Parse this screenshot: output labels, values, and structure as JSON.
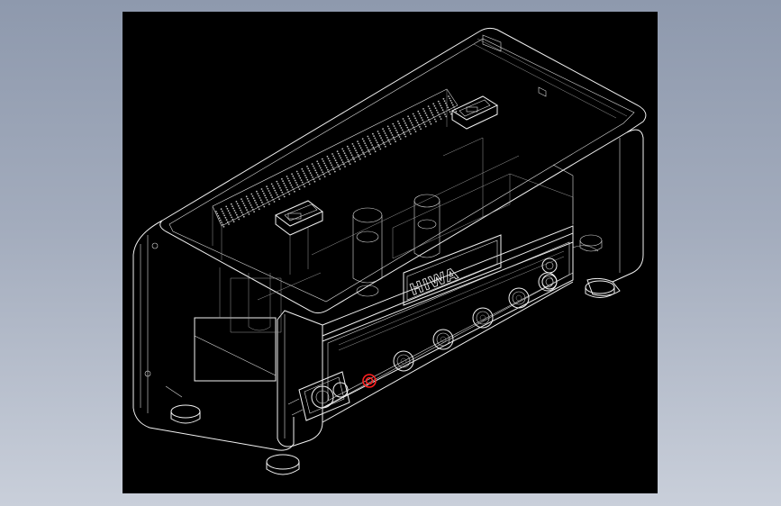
{
  "window": {
    "background_top": "#8e99ad",
    "background_bottom": "#c9cfda",
    "viewport_background": "#000000"
  },
  "model": {
    "brand_label": "HIWA",
    "wire_color": "#f2f2f2",
    "highlight_color": "#ff2020",
    "knobs_count": 5,
    "jacks_count": 2
  }
}
